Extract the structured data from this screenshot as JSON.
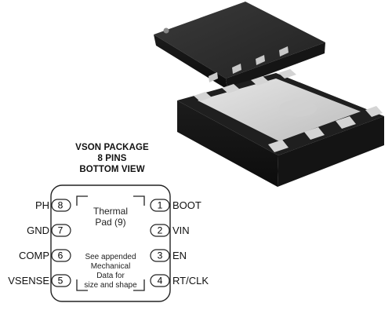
{
  "package": {
    "title_line1": "VSON PACKAGE",
    "title_line2": "8 PINS",
    "title_line3": "BOTTOM VIEW"
  },
  "thermal_pad": {
    "line1": "Thermal",
    "line2": "Pad (9)"
  },
  "mech_note": {
    "line1": "See appended",
    "line2": "Mechanical",
    "line3": "Data for",
    "line4": "size and shape"
  },
  "pins_left": [
    {
      "number": "8",
      "name": "PH"
    },
    {
      "number": "7",
      "name": "GND"
    },
    {
      "number": "6",
      "name": "COMP"
    },
    {
      "number": "5",
      "name": "VSENSE"
    }
  ],
  "pins_right": [
    {
      "number": "1",
      "name": "BOOT"
    },
    {
      "number": "2",
      "name": "VIN"
    },
    {
      "number": "3",
      "name": "EN"
    },
    {
      "number": "4",
      "name": "RT/CLK"
    }
  ],
  "colors": {
    "chip_top": "#2b2b2b",
    "chip_side": "#1a1a1a",
    "pad": "#d9d9d9",
    "lead": "#cfcfcf"
  }
}
